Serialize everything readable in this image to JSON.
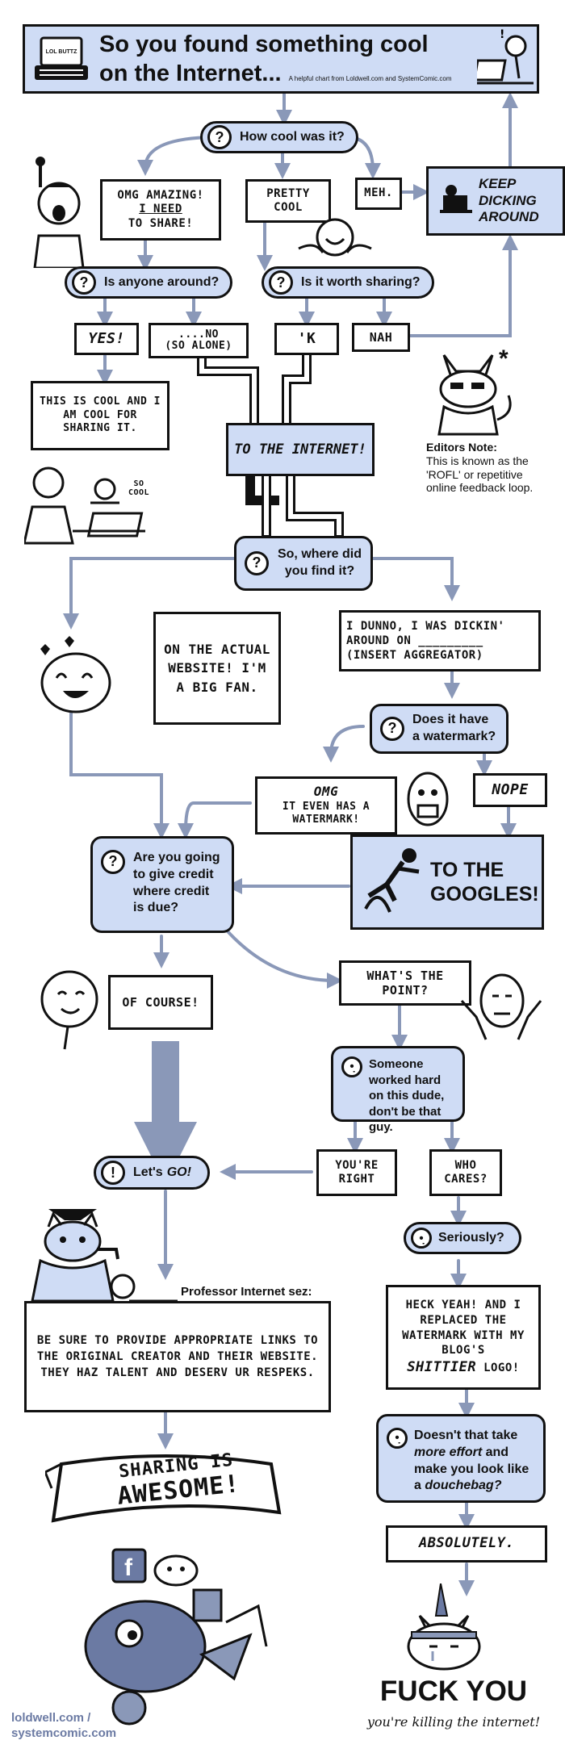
{
  "header": {
    "title_line1": "So you found something cool",
    "title_line2": "on the Internet...",
    "subtitle": "A helpful chart from Loldwell.com and SystemComic.com",
    "laptop_label": "LOL BUTTZ"
  },
  "nodes": {
    "how_cool": "How cool was it?",
    "omg_amazing_1": "OMG AMAZING!",
    "omg_amazing_2": "I NEED",
    "omg_amazing_3": "TO SHARE!",
    "pretty_cool": "PRETTY COOL",
    "meh": "MEH.",
    "keep_dicking": "KEEP DICKING AROUND",
    "anyone_around": "Is anyone around?",
    "worth_sharing": "Is it worth sharing?",
    "yes": "YES!",
    "no_alone_1": "....NO",
    "no_alone_2": "(SO ALONE)",
    "k": "'K",
    "nah": "NAH",
    "this_is_cool": "THIS IS COOL AND I AM COOL FOR SHARING IT.",
    "so_cool": "SO COOL",
    "to_internet": "TO THE INTERNET!",
    "editors_note_title": "Editors Note:",
    "editors_note_body": "This is known as the 'ROFL' or repetitive online feedback loop.",
    "asterisk": "*",
    "where_find": "So, where did you find it?",
    "actual_website": "ON THE ACTUAL WEBSITE! I'M A BIG FAN.",
    "i_dunno": "I DUNNO, I WAS DICKIN' AROUND ON _________ (INSERT AGGREGATOR)",
    "watermark_q": "Does it have a watermark?",
    "omg_watermark_1": "OMG",
    "omg_watermark_2": "IT EVEN HAS A WATERMARK!",
    "nope": "NOPE",
    "give_credit": "Are you going to give credit where credit is due?",
    "googles_1": "TO THE",
    "googles_2": "GOOGLES!",
    "of_course": "OF COURSE!",
    "whats_point": "WHAT'S THE POINT?",
    "someone_worked": "Someone worked hard on this dude, don't be that guy.",
    "youre_right": "YOU'RE RIGHT",
    "who_cares": "WHO CARES?",
    "lets_go_1": "Let's",
    "lets_go_2": "GO!",
    "seriously": "Seriously?",
    "professor": "Professor Internet sez:",
    "be_sure": "BE SURE TO PROVIDE APPROPRIATE LINKS TO THE ORIGINAL CREATOR AND THEIR WEBSITE. THEY HAZ TALENT AND DESERV UR RESPEKS.",
    "heck_yeah_1": "HECK YEAH! AND I REPLACED THE WATERMARK WITH MY BLOG'S",
    "heck_yeah_2": "SHITTIER",
    "heck_yeah_3": "LOGO!",
    "more_effort_1": "Doesn't that take",
    "more_effort_2": "more effort",
    "more_effort_3": "and make you look like a",
    "more_effort_4": "douchebag?",
    "absolutely": "ABSOLUTELY.",
    "sharing_1": "SHARING IS",
    "sharing_2": "AWESOME!",
    "fuck_you": "FUCK YOU",
    "killing": "you're killing the internet!"
  },
  "footer": {
    "credit_1": "loldwell.com /",
    "credit_2": "systemcomic.com"
  },
  "colors": {
    "accent_fill": "#cfdcf5",
    "arrow": "#8a98b8",
    "ink": "#111111"
  }
}
